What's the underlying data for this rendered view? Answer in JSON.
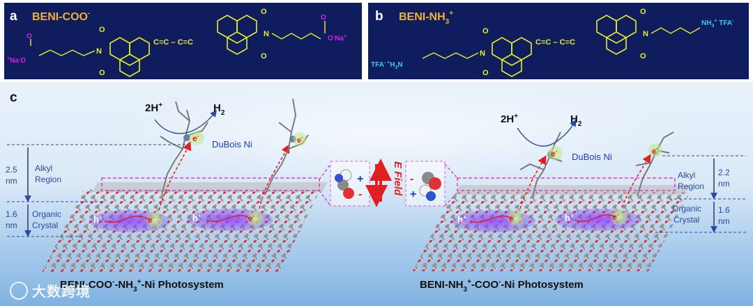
{
  "panel_a": {
    "letter": "a",
    "title_main": "BENI-COO",
    "title_sup": "-",
    "left_end": {
      "pre_sup": "+",
      "main": "Na",
      "sup": "-",
      "post": "O"
    },
    "right_end": {
      "main": "O",
      "sup": "-",
      "post": "Na",
      "post_sup": "+"
    },
    "atom_o": "O",
    "atom_n": "N",
    "alkyne_label": "C",
    "alkyne_dash": "≡"
  },
  "panel_b": {
    "letter": "b",
    "title_main": "BENI-NH",
    "title_sub": "3",
    "title_sup": "+",
    "left_end": {
      "main": "TFA",
      "sup": "- +",
      "post": "H",
      "post_sub": "3",
      "end": "N"
    },
    "right_end": {
      "main": "NH",
      "sub": "3",
      "sup": "+",
      "post": " TFA",
      "post_sup": "-"
    }
  },
  "panel_c": {
    "letter": "c",
    "left": {
      "reactant": "2H",
      "reactant_sup": "+",
      "product": "H",
      "product_sub": "2",
      "catalyst": "DuBois Ni",
      "electron": "e",
      "electron_sup": "-",
      "hole": "h",
      "hole_sup": "+",
      "alkyl_height": "2.5",
      "alkyl_unit": "nm",
      "alkyl_label_1": "Alkyl",
      "alkyl_label_2": "Region",
      "crystal_height": "1.6",
      "crystal_unit": "nm",
      "crystal_label_1": "Organic",
      "crystal_label_2": "Crystal",
      "caption_a": "BENI-COO",
      "caption_a_sup": "-",
      "caption_b": "-NH",
      "caption_b_sub": "3",
      "caption_b_sup": "+",
      "caption_c": "-Ni Photosystem"
    },
    "right": {
      "reactant": "2H",
      "reactant_sup": "+",
      "product": "H",
      "product_sub": "2",
      "catalyst": "DuBois Ni",
      "electron": "e",
      "electron_sup": "-",
      "hole": "h",
      "hole_sup": "+",
      "alkyl_height": "2.2",
      "alkyl_unit": "nm",
      "alkyl_label_1": "Alkyl",
      "alkyl_label_2": "Region",
      "crystal_height": "1.6",
      "crystal_unit": "nm",
      "crystal_label_1": "Organic",
      "crystal_label_2": "Crystal",
      "caption_a": "BENI-NH",
      "caption_a_sub": "3",
      "caption_a_sup": "+",
      "caption_b": "-COO",
      "caption_b_sup": "-",
      "caption_c": "-Ni Photosystem"
    },
    "efield_label": "E Field",
    "plus": "+",
    "minus": "-"
  },
  "watermark": "大数跨境",
  "colors": {
    "navy": "#0f1d5e",
    "gold": "#f2b134",
    "yellow": "#e8f02a",
    "magenta": "#e020e0",
    "cyan": "#38c8f0",
    "blue_text": "#1a3fc0",
    "red": "#e02020",
    "purple": "#b040d0",
    "dim_blue": "#2a4aa0"
  }
}
